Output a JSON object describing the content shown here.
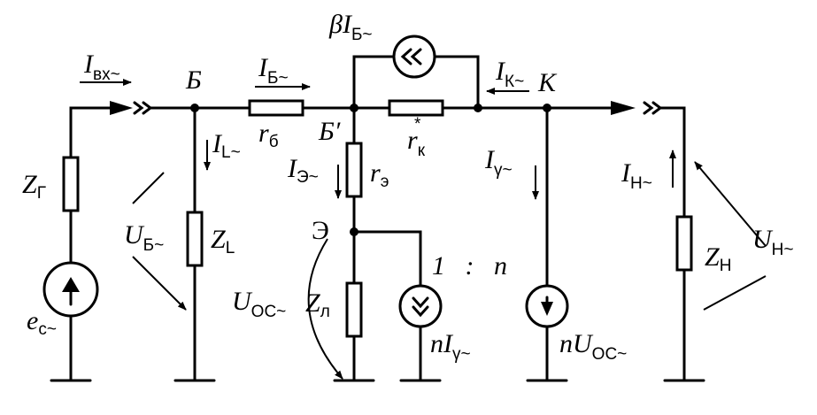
{
  "labels": {
    "node_b": "Б",
    "node_b_prime": "Б′",
    "node_k": "К",
    "node_e": "Э",
    "i_in": "I",
    "i_in_sub": "вх~",
    "i_b": "I",
    "i_b_sub": "Б~",
    "beta": "β",
    "beta_i": "I",
    "beta_sub": "Б~",
    "i_k": "I",
    "i_k_sub": "К~",
    "r_b": "r",
    "r_b_sub": "б",
    "r_k": "r",
    "r_k_sub": "к",
    "r_k_sup": "*",
    "r_e": "r",
    "r_e_sub": "э",
    "z_g": "Z",
    "z_g_sub": "Г",
    "e_c": "e",
    "e_c_sub": "с~",
    "i_l": "I",
    "i_l_sub": "L~",
    "u_b": "U",
    "u_b_sub": "Б~",
    "z_l": "Z",
    "z_l_sub": "L",
    "i_e": "I",
    "i_e_sub": "Э~",
    "u_os": "U",
    "u_os_sub": "ОС~",
    "z_lambda": "Z",
    "z_lambda_sub": "л",
    "ratio": "1   :   n",
    "n_i": "nI",
    "n_i_sub": "γ~",
    "i_gamma": "I",
    "i_gamma_sub": "γ~",
    "n_u": "nU",
    "n_u_sub": "ОС~",
    "i_h": "I",
    "i_h_sub": "Н~",
    "z_h": "Z",
    "z_h_sub": "Н",
    "u_h": "U",
    "u_h_sub": "Н~"
  }
}
